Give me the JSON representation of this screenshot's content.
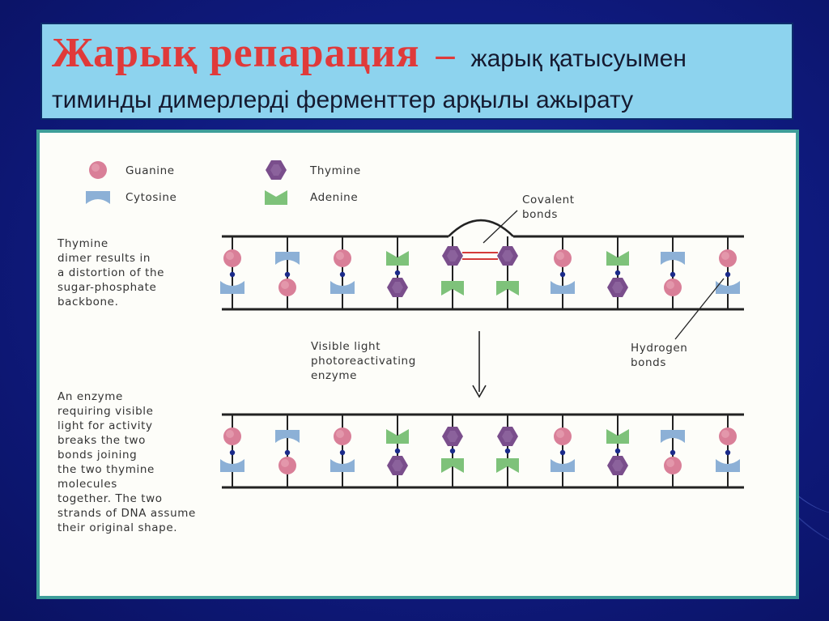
{
  "title": {
    "main": "Жарық репарация",
    "dash": "–",
    "subtitle_line1": "жарық қатысуымен",
    "subtitle_line2": "тиминды димерлерді ферменттер арқылы ажырату"
  },
  "legend": {
    "guanine": "Guanine",
    "cytosine": "Cytosine",
    "thymine": "Thymine",
    "adenine": "Adenine"
  },
  "labels": {
    "covalent_1": "Covalent",
    "covalent_2": "bonds",
    "dimer_1": "Thymine",
    "dimer_2": "dimer results in",
    "dimer_3": "a distortion of the",
    "dimer_4": "sugar-phosphate",
    "dimer_5": "backbone.",
    "light_1": "Visible light",
    "light_2": "photoreactivating",
    "light_3": "enzyme",
    "hbond_1": "Hydrogen",
    "hbond_2": "bonds",
    "enzyme_1": "An enzyme",
    "enzyme_2": "requiring visible",
    "enzyme_3": "light for activity",
    "enzyme_4": "breaks the two",
    "enzyme_5": "bonds joining",
    "enzyme_6": "the two thymine",
    "enzyme_7": "molecules",
    "enzyme_8": "together. The two",
    "enzyme_9": "strands of DNA assume",
    "enzyme_10": "their original shape."
  },
  "colors": {
    "guanine": "#d97f98",
    "cytosine": "#8cb0d6",
    "thymine": "#7a4e8c",
    "adenine": "#7ec27a",
    "title_red": "#e03a3a",
    "title_box": "#8dd3ee"
  },
  "dna": {
    "top_strand": [
      "G",
      "C",
      "G",
      "A",
      "T",
      "T",
      "G",
      "A",
      "C",
      "G"
    ],
    "bottom_strand": [
      "C",
      "G",
      "C",
      "T",
      "A",
      "A",
      "C",
      "T",
      "G",
      "C"
    ]
  }
}
